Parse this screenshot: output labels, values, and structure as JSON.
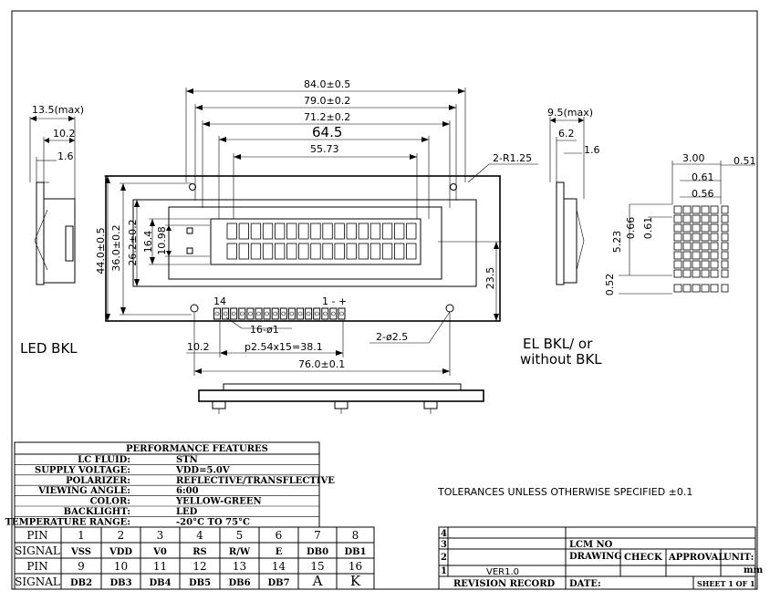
{
  "front_dims": {
    "w1": "84.0±0.5",
    "w2": "79.0±0.2",
    "w3": "71.2±0.2",
    "w4": "64.5",
    "w5": "55.73",
    "h1": "44.0±0.5",
    "h2": "36.0±0.2",
    "h3": "26.2±0.2",
    "h4": "16.4",
    "h5": "10.98",
    "h6": "23.5",
    "r": "2-R1.25",
    "pins": "16-ø1",
    "pitch": "p2.54x15=38.1",
    "hole": "2-ø2.5",
    "offset": "10.2",
    "bottom_w": "76.0±0.1",
    "pin_first": "14",
    "pin_last": "1 - +"
  },
  "left_side": {
    "d1": "13.5(max)",
    "d2": "10.2",
    "d3": "1.6",
    "caption": "LED BKL"
  },
  "right_side": {
    "d1": "9.5(max)",
    "d2": "6.2",
    "d3": "1.6",
    "caption1": "EL BKL/ or",
    "caption2": "without BKL"
  },
  "dot_detail": {
    "d1": "3.00",
    "d2": "0.51",
    "d3": "0.61",
    "d4": "0.56",
    "d5": "0.66",
    "d6": "0.61",
    "d7": "5.23",
    "d8": "0.52"
  },
  "performance": {
    "title": "PERFORMANCE FEATURES",
    "rows": [
      {
        "label": "LC FLUID:",
        "value": "STN"
      },
      {
        "label": "SUPPLY VOLTAGE:",
        "value": "VDD=5.0V"
      },
      {
        "label": "POLARIZER:",
        "value": "REFLECTIVE/TRANSFLECTIVE"
      },
      {
        "label": "VIEWING ANGLE:",
        "value": "6:00"
      },
      {
        "label": "COLOR:",
        "value": "YELLOW-GREEN"
      },
      {
        "label": "BACKLIGHT:",
        "value": "LED"
      },
      {
        "label": "TEMPERATURE RANGE:",
        "value": "-20°C TO 75°C"
      }
    ]
  },
  "pin_table": {
    "row1_head": "PIN",
    "row1": [
      "1",
      "2",
      "3",
      "4",
      "5",
      "6",
      "7",
      "8"
    ],
    "row2_head": "SIGNAL",
    "row2": [
      "VSS",
      "VDD",
      "V0",
      "RS",
      "R/W",
      "E",
      "DB0",
      "DB1"
    ],
    "row3_head": "PIN",
    "row3": [
      "9",
      "10",
      "11",
      "12",
      "13",
      "14",
      "15",
      "16"
    ],
    "row4_head": "SIGNAL",
    "row4": [
      "DB2",
      "DB3",
      "DB4",
      "DB5",
      "DB6",
      "DB7",
      "A",
      "K"
    ]
  },
  "tolerance": "TOLERANCES UNLESS OTHERWISE SPECIFIED ±0.1",
  "title_block": {
    "rev_nums": [
      "4",
      "3",
      "2",
      "1"
    ],
    "rev1": "VER1.0",
    "rev_record": "REVISION RECORD",
    "lcm_no": "LCM NO",
    "drawing": "DRAWING",
    "check": "CHECK",
    "approval": "APPROVAL",
    "unit": "UNIT:",
    "unit_val": "mm",
    "date": "DATE:",
    "sheet": "SHEET 1 OF 1"
  }
}
